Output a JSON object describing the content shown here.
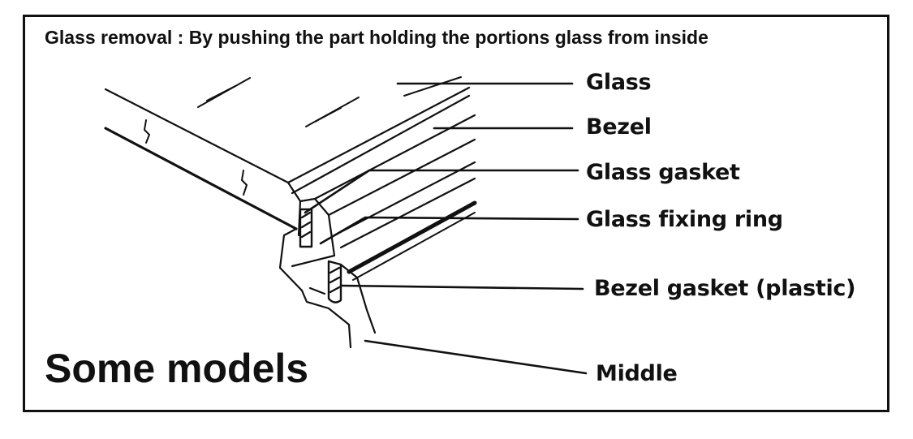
{
  "title": "Glass removal : By pushing the part holding the portions glass from inside",
  "labels": {
    "glass": "Glass",
    "bezel": "Bezel",
    "glass_gasket": "Glass gasket",
    "glass_fixing_ring": "Glass fixing ring",
    "bezel_gasket": "Bezel gasket (plastic)",
    "middle": "Middle"
  },
  "caption": "Some models"
}
